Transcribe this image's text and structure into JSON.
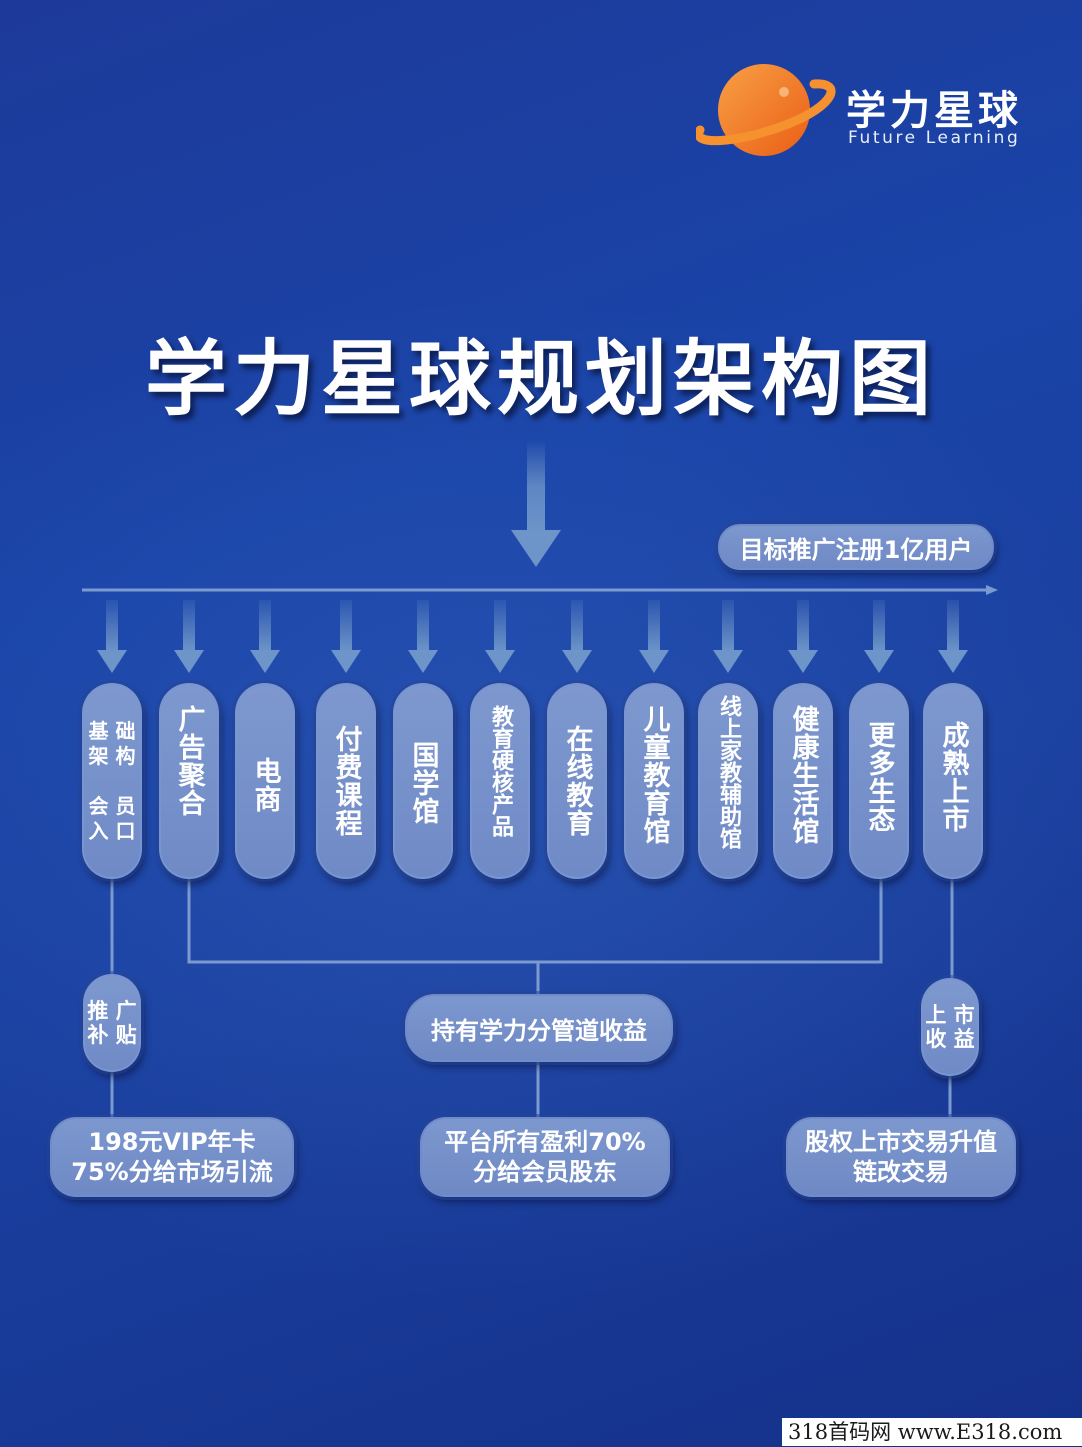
{
  "brand": {
    "name": "学力星球",
    "subtitle": "Future Learning",
    "colors": {
      "planet": "#f07a22",
      "ring": "#f5912e"
    }
  },
  "title": "学力星球规划架构图",
  "target": "目标推广注册1亿用户",
  "columns": [
    {
      "label": "基础\n架构\n\n会员\n入口",
      "icon": ""
    },
    {
      "label": "广告聚合"
    },
    {
      "label": "电商"
    },
    {
      "label": "付费课程"
    },
    {
      "label": "国学馆"
    },
    {
      "label": "教育硬核产品"
    },
    {
      "label": "在线教育"
    },
    {
      "label": "儿童教育馆"
    },
    {
      "label": "线上家教辅助馆"
    },
    {
      "label": "健康生活馆"
    },
    {
      "label": "更多生态"
    },
    {
      "label": "成熟上市"
    }
  ],
  "basic_lines": "基 础\n架 构\n\n会 员\n入 口",
  "branches": {
    "left_sub": "推 广\n补 贴",
    "middle": "持有学力分管道收益",
    "right_sub": "上 市\n收 益"
  },
  "outcomes": {
    "left": "198元VIP年卡\n75%分给市场引流",
    "middle": "平台所有盈利70%\n分给会员股东",
    "right": "股权上市交易升值\n链改交易"
  },
  "watermark": "318首码网  www.E318.com",
  "colors": {
    "background": "#1a44a8",
    "pill": "#7590cb",
    "line": "#7b9bd0",
    "arrow": "#6d95c9"
  }
}
